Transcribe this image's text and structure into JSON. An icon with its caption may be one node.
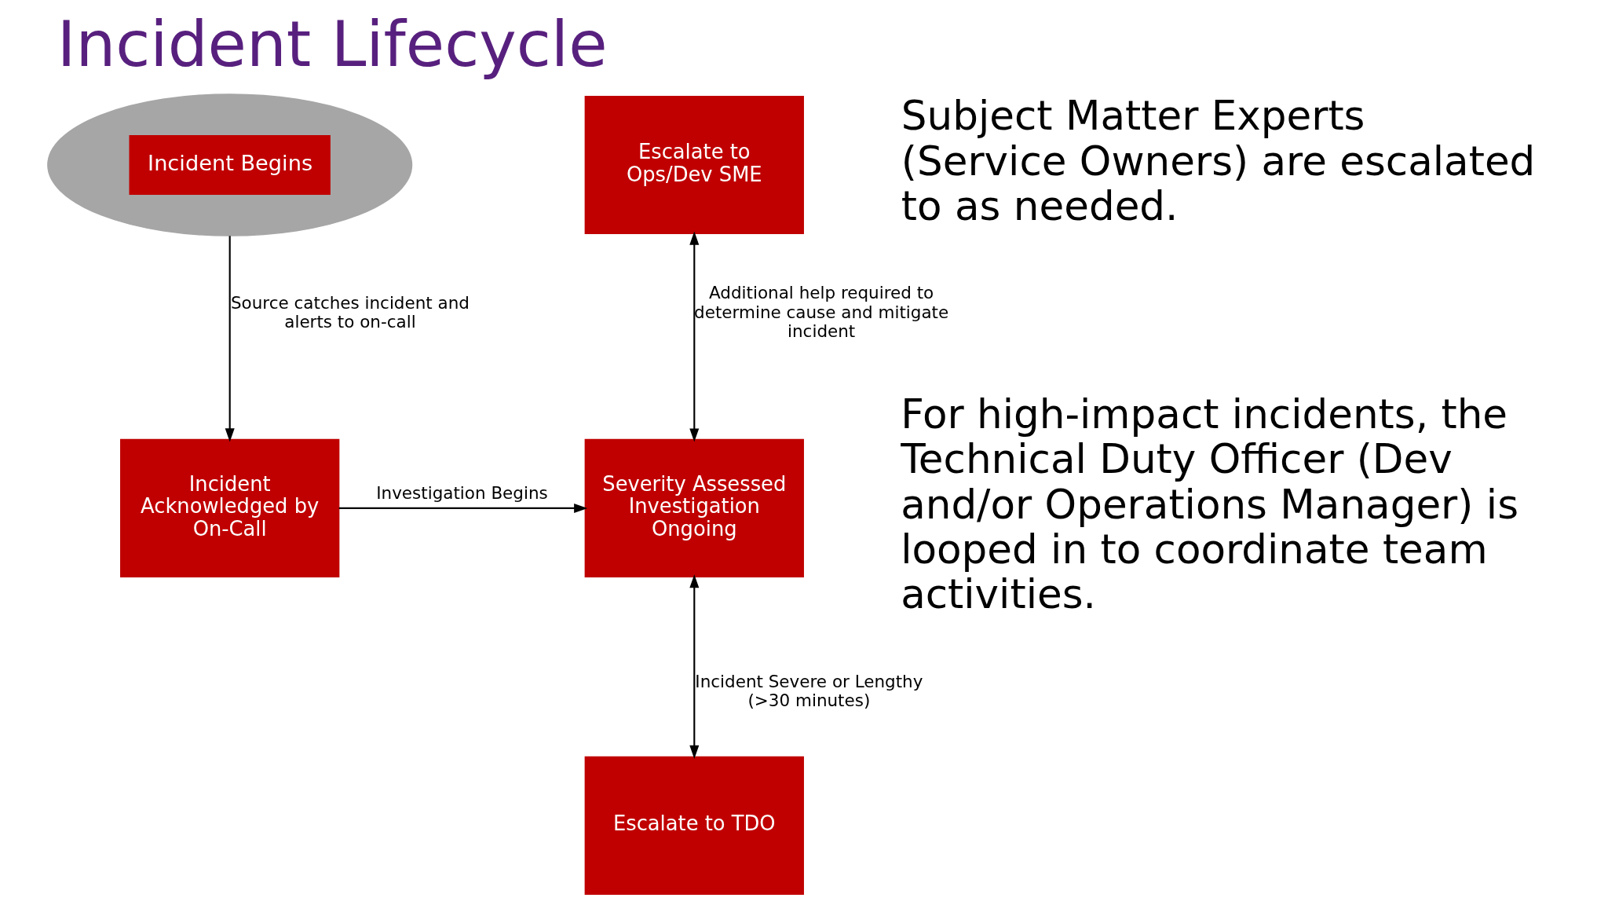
{
  "diagram": {
    "title": "Incident Lifecycle",
    "nodes": [
      {
        "text": [
          "Incident Begins"
        ]
      },
      {
        "text": [
          "Incident Acknowledged by On-Call"
        ]
      },
      {
        "text": [
          "Severity Assessed Investigation Ongoing"
        ]
      },
      {
        "text": [
          "Escalate to Ops/Dev SME"
        ]
      },
      {
        "text": [
          "Escalate to TDO"
        ]
      }
    ],
    "edges": [
      {
        "from": 0,
        "to": 1,
        "arrow": "to",
        "label": "Source catches incident and alerts to on-call"
      },
      {
        "from": 1,
        "to": 2,
        "arrow": "to",
        "label": "Investigation Begins"
      },
      {
        "from": 2,
        "to": 3,
        "arrow": "both",
        "label": "Additional help required to determine cause and mitigate incident"
      },
      {
        "from": 2,
        "to": 4,
        "arrow": "both",
        "label": "Incident Severe or Lengthy (>30 minutes)"
      }
    ],
    "labels": [
      "Subject Matter Experts (Service Owners) are escalated to as needed.",
      "For high-impact incidents, the Technical Duty Officer (Dev and/or Operations Manager) is looped in to coordinate team activities."
    ]
  }
}
